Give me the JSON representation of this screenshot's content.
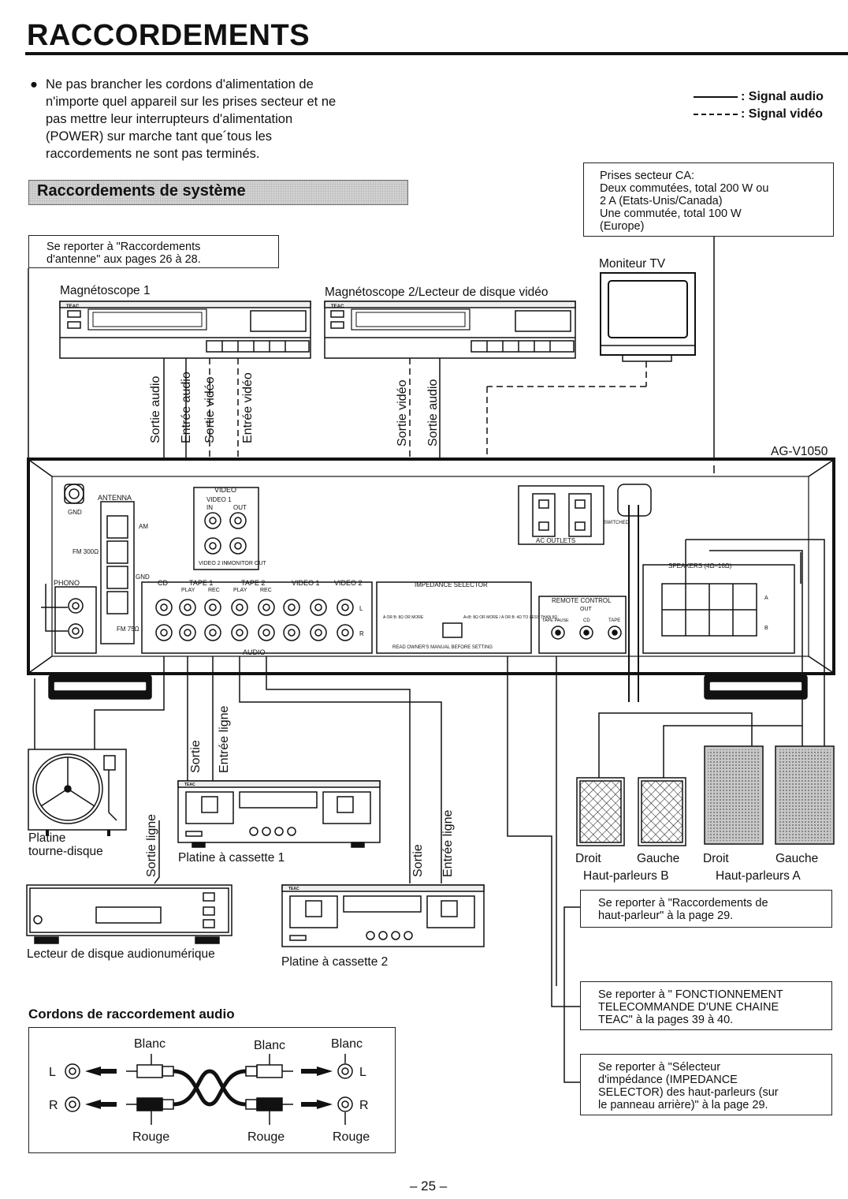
{
  "page": {
    "title": "RACCORDEMENTS",
    "intro_bullet": "●",
    "intro_lines": [
      "Ne pas brancher les cordons d'alimentation de",
      "n'importe quel appareil sur les prises secteur et ne",
      "pas mettre leur interrupteurs d'alimentation",
      "(POWER) sur marche tant que´tous les",
      "raccordements ne sont pas terminés."
    ],
    "legend": {
      "audio": ": Signal audio",
      "video": ": Signal vidéo"
    },
    "section_title": "Raccordements de système",
    "page_number": "– 25 –"
  },
  "notes": {
    "antenna": [
      "Se reporter à \"Raccordements",
      "d'antenne\" aux pages 26 à 28."
    ],
    "power": [
      "Prises secteur CA:",
      "Deux commutées, total 200 W ou",
      "2 A (Etats-Unis/Canada)",
      "Une commutée, total 100 W",
      "(Europe)"
    ],
    "speakers": [
      "Se reporter à \"Raccordements de",
      "haut-parleur\" à la page 29."
    ],
    "remote": [
      "Se reporter à \" FONCTIONNEMENT",
      "TELECOMMANDE D'UNE CHAINE",
      "TEAC\" à la pages 39 à 40."
    ],
    "impedance": [
      "Se reporter à \"Sélecteur",
      "d'impédance (IMPEDANCE",
      "SELECTOR) des haut-parleurs (sur",
      "le panneau arrière)\" à la page 29."
    ]
  },
  "devices": {
    "vcr1": "Magnétoscope 1",
    "vcr2": "Magnétoscope 2/Lecteur de disque vidéo",
    "tv": "Moniteur TV",
    "receiver_model": "AG-V1050",
    "turntable": [
      "Platine",
      "tourne-disque"
    ],
    "cassette1": "Platine à cassette 1",
    "cassette2": "Platine à cassette 2",
    "cd": "Lecteur de disque audionumérique",
    "brand": "TEAC",
    "speakers_b": {
      "right": "Droit",
      "left": "Gauche",
      "group": "Haut-parleurs B"
    },
    "speakers_a": {
      "right": "Droit",
      "left": "Gauche",
      "group": "Haut-parleurs A"
    }
  },
  "cable_labels": {
    "vcr1": [
      "Sortie audio",
      "Entrée audio",
      "Sortie vidéo",
      "Entrée vidéo"
    ],
    "vcr2": [
      "Sortie vidéo",
      "Sortie audio"
    ],
    "cassette1": [
      "Sortie",
      "Entrée ligne"
    ],
    "turntable_out": "Sortie ligne",
    "cassette2": [
      "Sortie",
      "Entrée ligne"
    ]
  },
  "panel": {
    "antenna": "ANTENNA",
    "am": "AM",
    "gnd": "GND",
    "fm300": "FM 300Ω",
    "fm75": "FM 75Ω",
    "gnd2": "GND",
    "phono": "PHONO",
    "video": "VIDEO",
    "video1": "VIDEO 1",
    "in": "IN",
    "out": "OUT",
    "video2_in": "VIDEO 2 IN",
    "monitor_out": "MONITOR OUT",
    "cd": "CD",
    "tape1": "TAPE 1",
    "tape2": "TAPE 2",
    "video1b": "VIDEO 1",
    "video2b": "VIDEO 2",
    "play": "PLAY",
    "rec": "REC",
    "audio": "AUDIO",
    "l": "L",
    "r": "R",
    "impedance": "IMPEDANCE SELECTOR",
    "imp_a": "A OR B: 8Ω OR MORE",
    "imp_b": "A+B: 8Ω OR MORE / A OR B: 4Ω TO LESS THAN 8Ω",
    "read_manual": "READ OWNER'S MANUAL BEFORE SETTING",
    "remote": "REMOTE CONTROL",
    "remote_out": "OUT",
    "tape_pause": "TAPE PAUSE",
    "remote_cd": "CD",
    "remote_tape": "TAPE",
    "ac_outlets": "AC OUTLETS",
    "switched": "SWITCHED",
    "speakers": "SPEAKERS (4Ω–16Ω)",
    "spk_a": "A",
    "spk_b": "B"
  },
  "cords": {
    "title": "Cordons de raccordement audio",
    "white": "Blanc",
    "red": "Rouge",
    "l": "L",
    "r": "R"
  }
}
